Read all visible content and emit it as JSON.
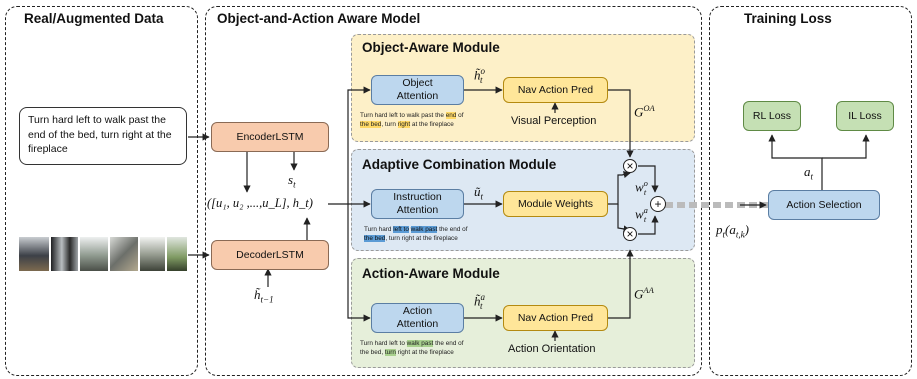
{
  "panels": {
    "data_title": "Real/Augmented Data",
    "model_title": "Object-and-Action Aware Model",
    "loss_title": "Training Loss"
  },
  "instruction_text": "Turn hard left to walk past the end of the bed, turn right at the fireplace",
  "lstm": {
    "encoder": "EncoderLSTM",
    "decoder": "DecoderLSTM"
  },
  "math": {
    "s_t": "s",
    "s_t_sub": "t",
    "context": "([u",
    "context_full": "([u₁, u₂ ,...,u_L], h_t)",
    "h_prev": "h̃",
    "h_prev_sub": "t−1",
    "h_o": "h̃",
    "h_o_sub": "t",
    "h_o_sup": "o",
    "u_t": "ũ",
    "u_t_sub": "t",
    "h_a": "h̃",
    "h_a_sub": "t",
    "h_a_sup": "a",
    "g_oa": "G",
    "g_oa_sup": "OA",
    "g_aa": "G",
    "g_aa_sup": "AA",
    "w_o": "w",
    "w_o_sub": "t",
    "w_o_sup": "o",
    "w_a": "w",
    "w_a_sub": "t",
    "w_a_sup": "a",
    "a_t": "a",
    "a_t_sub": "t",
    "p_t": "p",
    "p_t_sub": "t",
    "p_t_arg": "(a",
    "p_t_arg_sub": "t,k",
    "p_t_close": ")"
  },
  "modules": {
    "object": {
      "title": "Object-Aware Module",
      "attention": "Object Attention",
      "pred": "Nav Action Pred",
      "feature": "Visual Perception",
      "text_parts": [
        "Turn hard left to walk past the ",
        "end",
        " of",
        "the bed",
        ", turn ",
        "right",
        " at the fireplace"
      ]
    },
    "adaptive": {
      "title": "Adaptive Combination Module",
      "attention": "Instruction Attention",
      "weights": "Module Weights",
      "text_parts": [
        "Turn hard ",
        "left to",
        " ",
        "walk past",
        " the end of",
        "the bed",
        ", turn right at the fireplace"
      ]
    },
    "action": {
      "title": "Action-Aware Module",
      "attention": "Action Attention",
      "pred": "Nav Action Pred",
      "feature": "Action Orientation",
      "text_parts": [
        "Turn hard left to ",
        "walk past",
        " the end of",
        "the bed, ",
        "turn",
        " right at the fireplace"
      ]
    }
  },
  "loss": {
    "rl": "RL Loss",
    "il": "IL Loss",
    "selection": "Action Selection"
  },
  "colors": {
    "object_bg": "#fdf0c8",
    "adaptive_bg": "#dde8f3",
    "action_bg": "#e6efda",
    "lstm": "#f8cbad",
    "attention": "#bdd7ee",
    "pred": "#ffe699",
    "loss": "#c5e0b4"
  },
  "icons": [
    "panorama-photo-strip",
    "multiply-circle-icon",
    "plus-circle-icon"
  ]
}
